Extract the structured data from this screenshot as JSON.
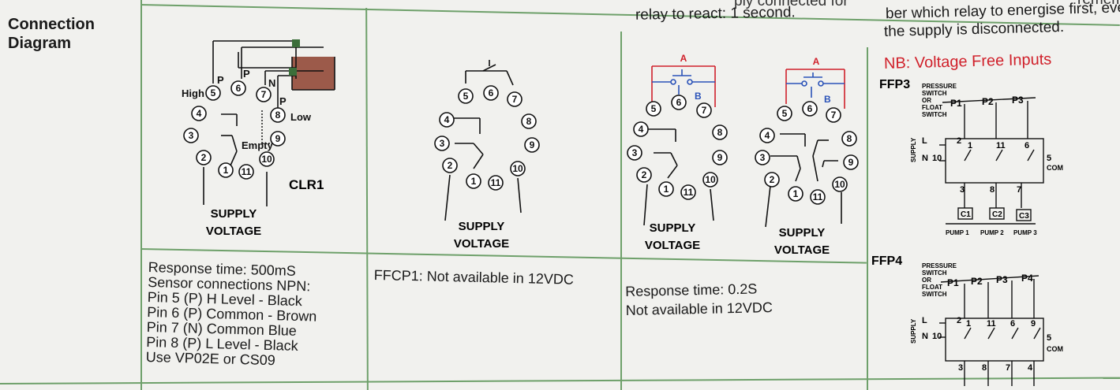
{
  "row_header": {
    "line1": "Connection",
    "line2": "Diagram"
  },
  "top_fragments": {
    "col4_line1": "relay to react: 1 second.",
    "col5_line1": "ber which relay to energise first, even if",
    "col5_line2": "the supply is disconnected.",
    "col4_partial": "ply connected for",
    "col5_partial": "remem"
  },
  "diagram1": {
    "title": "CLR1",
    "supply": [
      "SUPPLY",
      "VOLTAGE"
    ],
    "labels": {
      "high": "High",
      "low": "Low",
      "empty": "Empty",
      "p1": "P",
      "p2": "P",
      "n": "N",
      "p3": "P"
    },
    "pins": [
      "1",
      "2",
      "3",
      "4",
      "5",
      "6",
      "7",
      "8",
      "9",
      "10",
      "11"
    ]
  },
  "diagram2": {
    "supply": [
      "SUPPLY",
      "VOLTAGE"
    ]
  },
  "diagram3": {
    "supply_a": [
      "SUPPLY",
      "VOLTAGE"
    ],
    "supply_b": [
      "SUPPLY",
      "VOLTAGE"
    ],
    "a": "A",
    "b": "B"
  },
  "diagram4": {
    "heading": "NB: Voltage Free Inputs",
    "ffp3": {
      "name": "FFP3",
      "switch_label": [
        "PRESSURE",
        "SWITCH",
        "OR",
        "FLOAT",
        "SWITCH"
      ],
      "inputs": [
        "P1",
        "P2",
        "P3"
      ],
      "terms_top": [
        "2",
        "1",
        "11",
        "6",
        "5"
      ],
      "terms_bottom": [
        "3",
        "8",
        "7"
      ],
      "coils": [
        "C1",
        "C2",
        "C3"
      ],
      "pumps": [
        "PUMP 1",
        "PUMP 2",
        "PUMP 3"
      ],
      "supply": "SUPPLY",
      "l": "L",
      "n": "N",
      "n_pin": "10",
      "com": "COM"
    },
    "ffp4": {
      "name": "FFP4",
      "switch_label": [
        "PRESSURE",
        "SWITCH",
        "OR",
        "FLOAT",
        "SWITCH"
      ],
      "inputs": [
        "P1",
        "P2",
        "P3",
        "P4"
      ],
      "terms_top": [
        "2",
        "1",
        "11",
        "6",
        "9",
        "5"
      ],
      "terms_bottom": [
        "3",
        "8",
        "7",
        "4"
      ],
      "supply": "SUPPLY",
      "l": "L",
      "n": "N",
      "n_pin": "10",
      "com": "COM"
    }
  },
  "notes": {
    "col1": [
      "Response time: 500mS",
      "Sensor connections NPN:",
      "Pin 5 (P) H Level - Black",
      "Pin 6 (P) Common - Brown",
      "Pin 7 (N) Common Blue",
      "Pin 8 (P) L Level - Black",
      "Use VP02E or CS09"
    ],
    "col2": [
      "FFCP1: Not available in 12VDC"
    ],
    "col3": [
      "Response time: 0.2S",
      "Not available in 12VDC"
    ]
  },
  "colors": {
    "grid": "#6ea06a",
    "red": "#d0202a",
    "blue": "#2a52b8",
    "tank": "#9c5a4a"
  }
}
